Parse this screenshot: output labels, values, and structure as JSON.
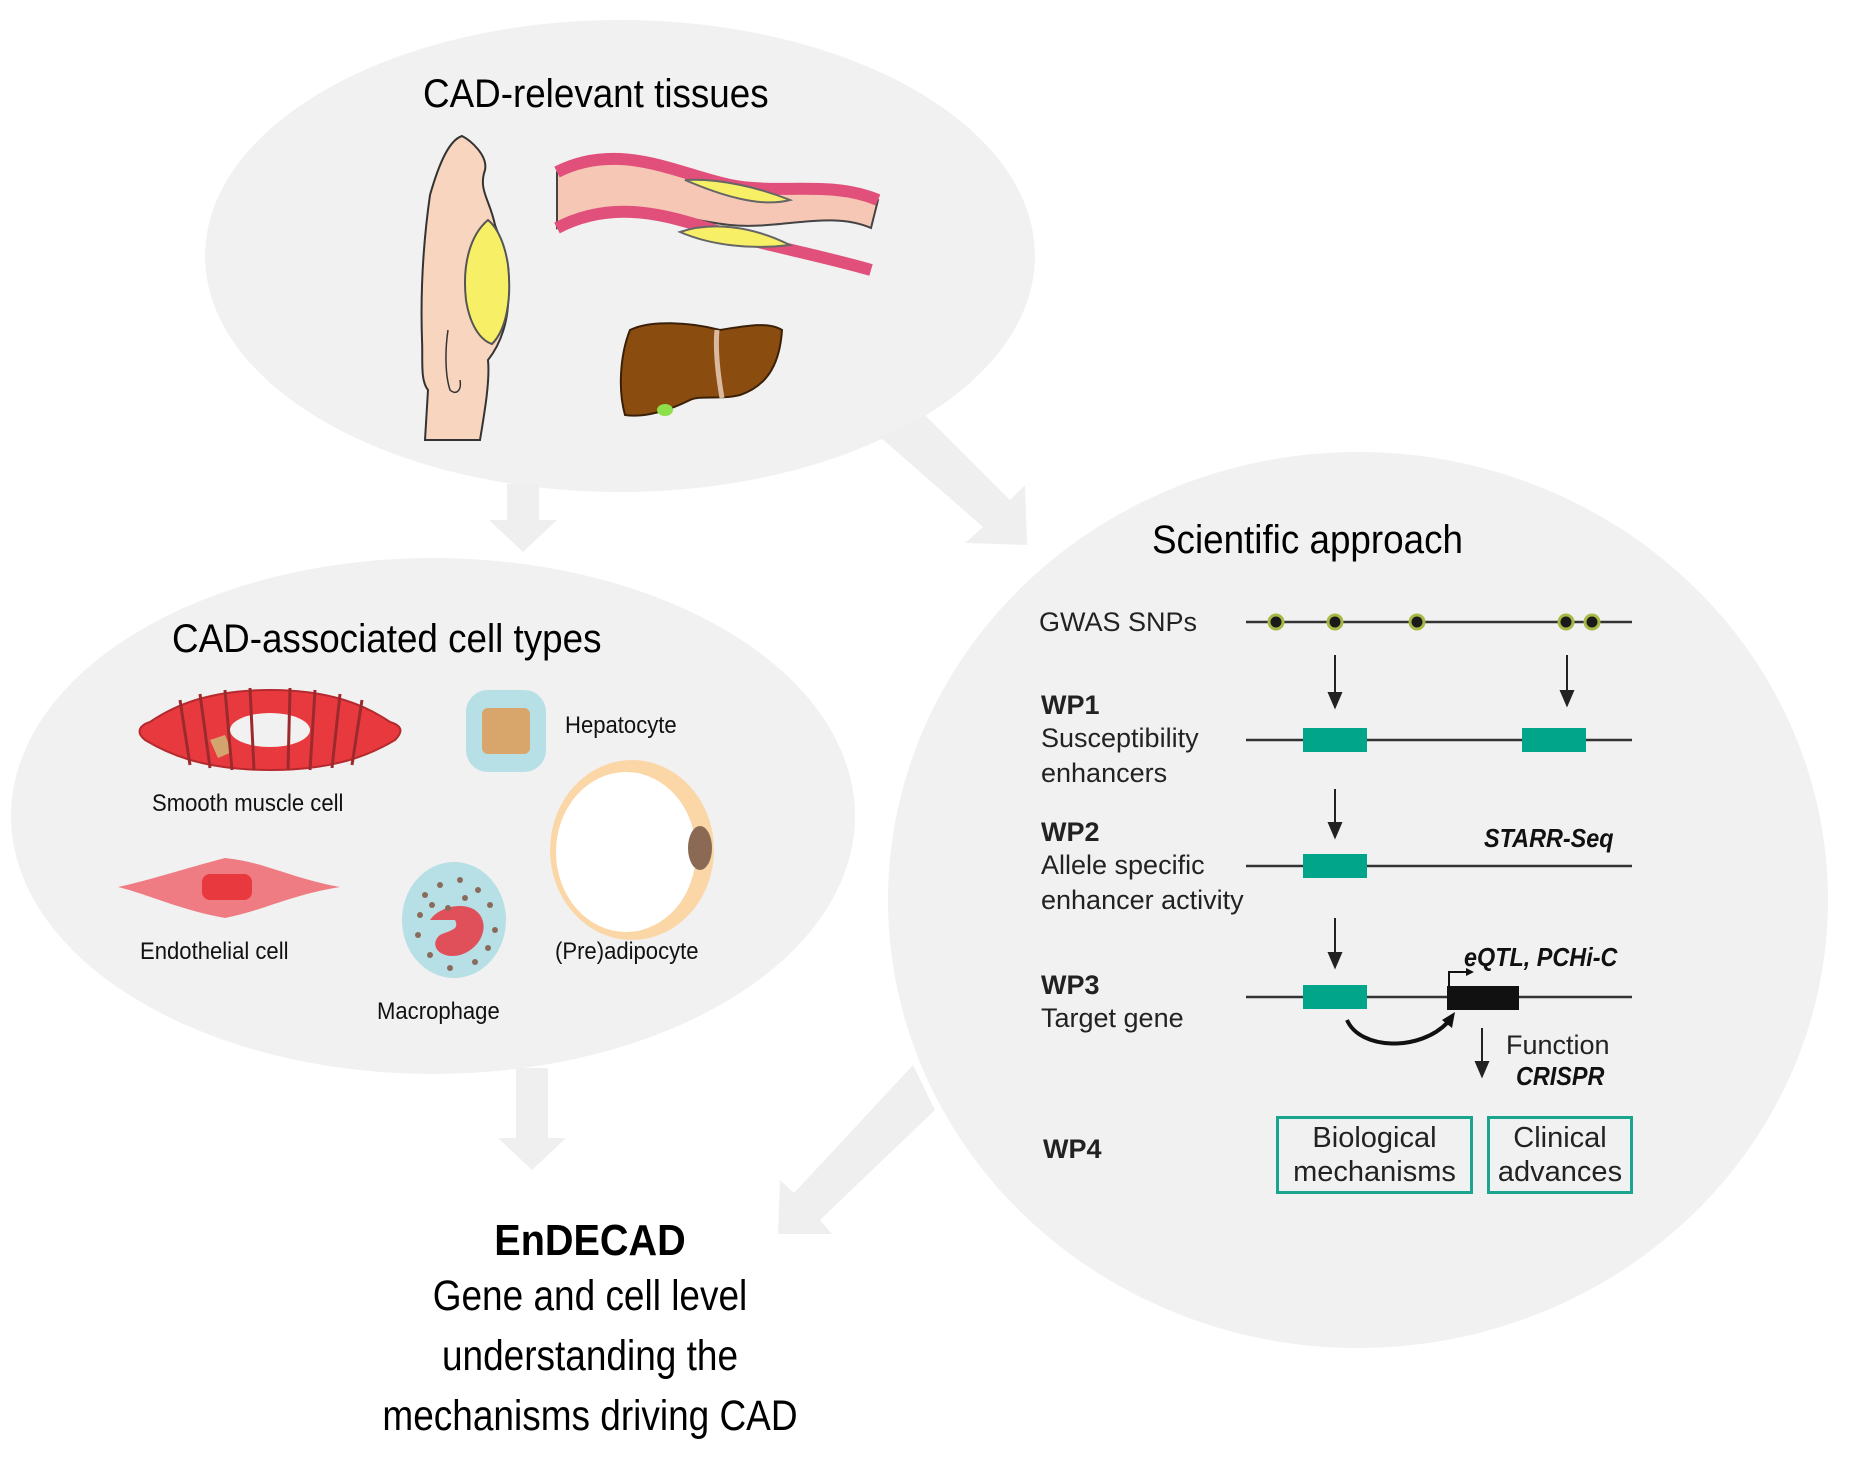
{
  "colors": {
    "bubble": "#f1f1f1",
    "arrow": "#efefef",
    "teal": "#00a58a",
    "text": "#111111"
  },
  "tissues": {
    "title": "CAD-relevant tissues",
    "illustrations": [
      "human-body-visceral-fat",
      "atherosclerotic-artery",
      "liver"
    ]
  },
  "cell_types": {
    "title": "CAD-associated cell types",
    "items": [
      {
        "name": "smooth-muscle-cell",
        "label": "Smooth muscle cell"
      },
      {
        "name": "hepatocyte",
        "label": "Hepatocyte"
      },
      {
        "name": "endothelial-cell",
        "label": "Endothelial cell"
      },
      {
        "name": "macrophage",
        "label": "Macrophage"
      },
      {
        "name": "preadipocyte",
        "label": "(Pre)adipocyte"
      }
    ]
  },
  "approach": {
    "title": "Scientific approach",
    "gwas_label": "GWAS SNPs",
    "wp1": {
      "id": "WP1",
      "line1": "Susceptibility",
      "line2": "enhancers"
    },
    "wp2": {
      "id": "WP2",
      "line1": "Allele specific",
      "line2": "enhancer activity",
      "method": "STARR-Seq"
    },
    "wp3": {
      "id": "WP3",
      "line1": "Target gene",
      "method": "eQTL, PCHi-C",
      "function_label": "Function",
      "function_method": "CRISPR"
    },
    "wp4": {
      "id": "WP4",
      "box1": {
        "line1": "Biological",
        "line2": "mechanisms"
      },
      "box2": {
        "line1": "Clinical",
        "line2": "advances"
      }
    }
  },
  "result": {
    "name": "EnDECAD",
    "line1": "Gene and cell level",
    "line2": "understanding the",
    "line3": "mechanisms driving CAD"
  }
}
